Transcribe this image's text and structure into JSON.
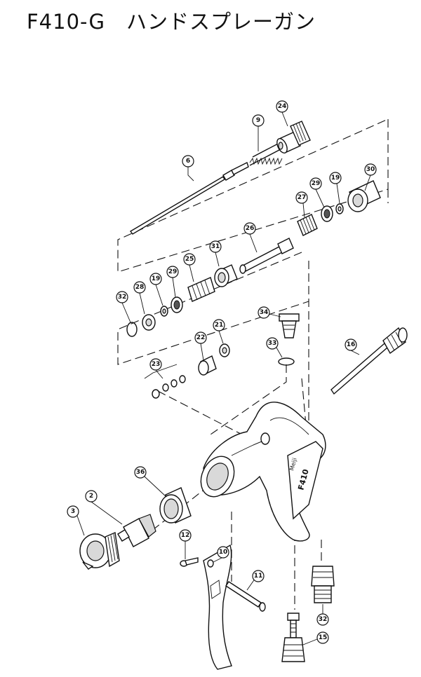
{
  "title": "F410-G　ハンドスプレーガン",
  "callouts": [
    {
      "id": "p2",
      "label": "2"
    },
    {
      "id": "p3",
      "label": "3"
    },
    {
      "id": "p6",
      "label": "6"
    },
    {
      "id": "p9",
      "label": "9"
    },
    {
      "id": "p10",
      "label": "10"
    },
    {
      "id": "p11",
      "label": "11"
    },
    {
      "id": "p12",
      "label": "12"
    },
    {
      "id": "p15",
      "label": "15"
    },
    {
      "id": "p16",
      "label": "16"
    },
    {
      "id": "p19a",
      "label": "19"
    },
    {
      "id": "p19b",
      "label": "19"
    },
    {
      "id": "p21",
      "label": "21"
    },
    {
      "id": "p22",
      "label": "22"
    },
    {
      "id": "p23",
      "label": "23"
    },
    {
      "id": "p24",
      "label": "24"
    },
    {
      "id": "p25",
      "label": "25"
    },
    {
      "id": "p26",
      "label": "26"
    },
    {
      "id": "p27",
      "label": "27"
    },
    {
      "id": "p28",
      "label": "28"
    },
    {
      "id": "p29a",
      "label": "29"
    },
    {
      "id": "p29b",
      "label": "29"
    },
    {
      "id": "p30",
      "label": "30"
    },
    {
      "id": "p31",
      "label": "31"
    },
    {
      "id": "p32a",
      "label": "32"
    },
    {
      "id": "p32b",
      "label": "32"
    },
    {
      "id": "p33",
      "label": "33"
    },
    {
      "id": "p34",
      "label": "34"
    },
    {
      "id": "p36",
      "label": "36"
    }
  ],
  "gun_marking": "F410",
  "brand_marking": "Meiji"
}
